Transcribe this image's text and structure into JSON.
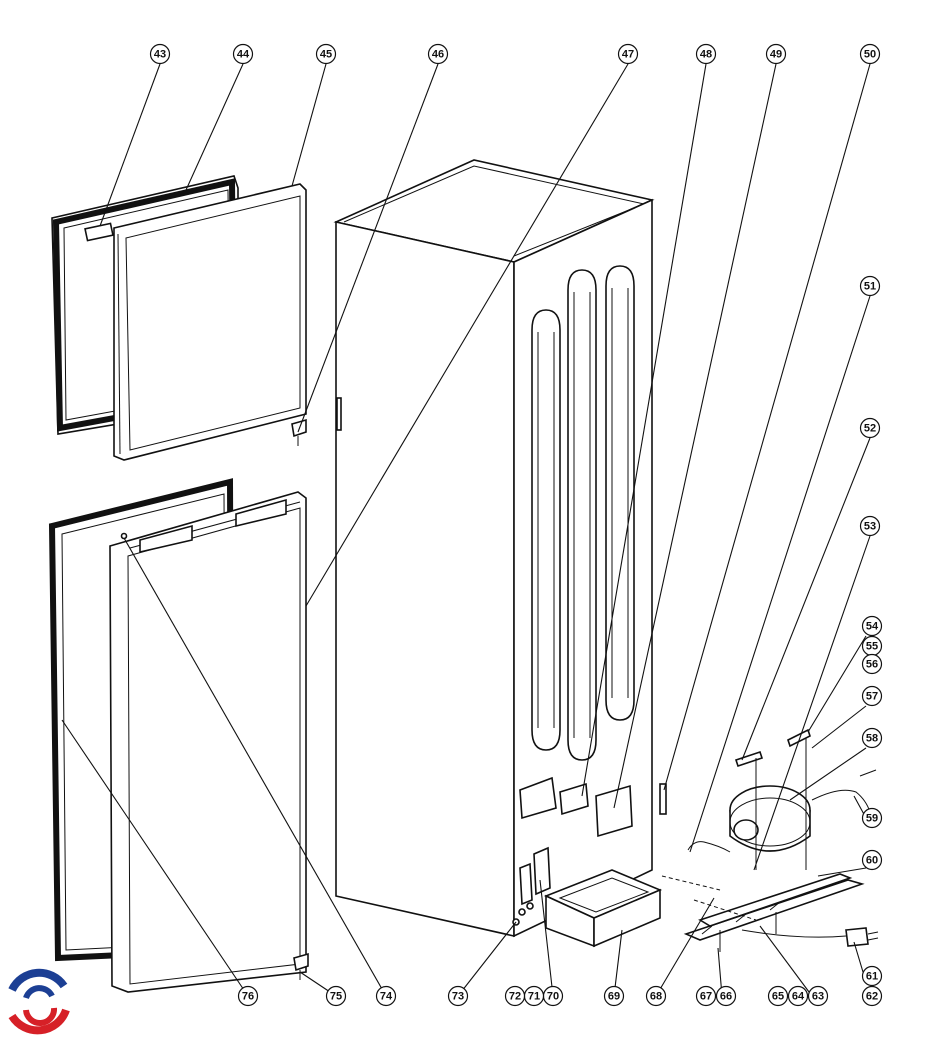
{
  "callouts": [
    {
      "id": "43",
      "label": "43"
    },
    {
      "id": "44",
      "label": "44"
    },
    {
      "id": "45",
      "label": "45"
    },
    {
      "id": "46",
      "label": "46"
    },
    {
      "id": "47",
      "label": "47"
    },
    {
      "id": "48",
      "label": "48"
    },
    {
      "id": "49",
      "label": "49"
    },
    {
      "id": "50",
      "label": "50"
    },
    {
      "id": "51",
      "label": "51"
    },
    {
      "id": "52",
      "label": "52"
    },
    {
      "id": "53",
      "label": "53"
    },
    {
      "id": "54",
      "label": "54"
    },
    {
      "id": "55",
      "label": "55"
    },
    {
      "id": "56",
      "label": "56"
    },
    {
      "id": "57",
      "label": "57"
    },
    {
      "id": "58",
      "label": "58"
    },
    {
      "id": "59",
      "label": "59"
    },
    {
      "id": "60",
      "label": "60"
    },
    {
      "id": "61",
      "label": "61"
    },
    {
      "id": "62",
      "label": "62"
    },
    {
      "id": "63",
      "label": "63"
    },
    {
      "id": "64",
      "label": "64"
    },
    {
      "id": "65",
      "label": "65"
    },
    {
      "id": "66",
      "label": "66"
    },
    {
      "id": "67",
      "label": "67"
    },
    {
      "id": "68",
      "label": "68"
    },
    {
      "id": "69",
      "label": "69"
    },
    {
      "id": "70",
      "label": "70"
    },
    {
      "id": "71",
      "label": "71"
    },
    {
      "id": "72",
      "label": "72"
    },
    {
      "id": "73",
      "label": "73"
    },
    {
      "id": "74",
      "label": "74"
    },
    {
      "id": "75",
      "label": "75"
    },
    {
      "id": "76",
      "label": "76"
    }
  ],
  "logo": {
    "colors": [
      "#1c3f94",
      "#d62027"
    ]
  }
}
